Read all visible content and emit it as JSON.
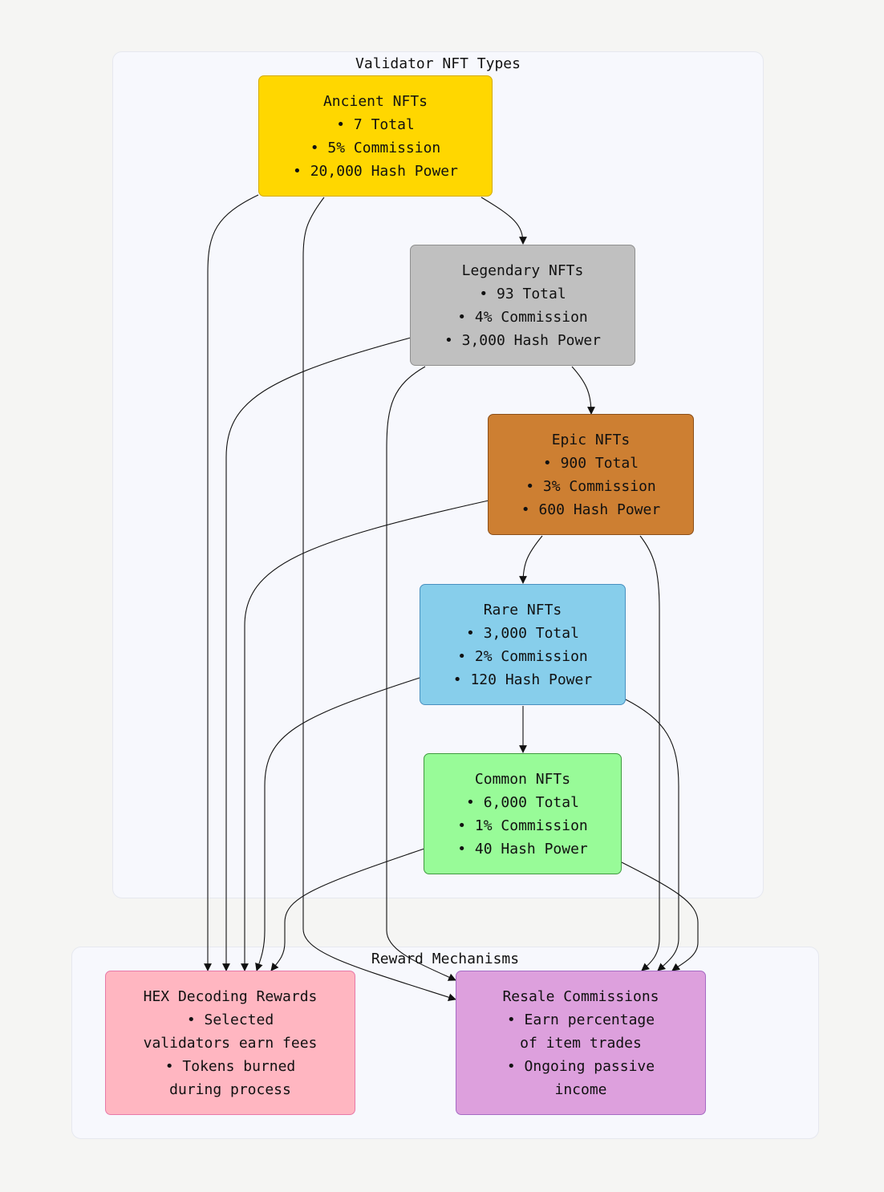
{
  "clusters": {
    "validator": {
      "title": "Validator NFT Types"
    },
    "rewards": {
      "title": "Reward Mechanisms"
    }
  },
  "nodes": {
    "ancient": {
      "lines": [
        "Ancient NFTs",
        "• 7 Total",
        "• 5% Commission",
        "• 20,000 Hash Power"
      ],
      "fill": "#ffd700",
      "stroke": "#d4aa00"
    },
    "legendary": {
      "lines": [
        "Legendary NFTs",
        "• 93 Total",
        "• 4% Commission",
        "• 3,000 Hash Power"
      ],
      "fill": "#c0c0c0",
      "stroke": "#8f8f8f"
    },
    "epic": {
      "lines": [
        "Epic NFTs",
        "• 900 Total",
        "• 3% Commission",
        "• 600 Hash Power"
      ],
      "fill": "#cd7f32",
      "stroke": "#8b4f1a"
    },
    "rare": {
      "lines": [
        "Rare NFTs",
        "• 3,000 Total",
        "• 2% Commission",
        "• 120 Hash Power"
      ],
      "fill": "#87ceeb",
      "stroke": "#4a90c0"
    },
    "common": {
      "lines": [
        "Common NFTs",
        "• 6,000 Total",
        "• 1% Commission",
        "• 40 Hash Power"
      ],
      "fill": "#98fb98",
      "stroke": "#3f9a3f"
    },
    "hex": {
      "lines": [
        "HEX Decoding Rewards",
        "• Selected",
        "validators earn fees",
        "• Tokens burned",
        "during process"
      ],
      "fill": "#ffb6c1",
      "stroke": "#e879a8"
    },
    "resale": {
      "lines": [
        "Resale Commissions",
        "• Earn percentage",
        "of item trades",
        "• Ongoing passive",
        "income"
      ],
      "fill": "#dda0dd",
      "stroke": "#a66bc4"
    }
  },
  "edges": [
    [
      "ancient",
      "legendary"
    ],
    [
      "legendary",
      "epic"
    ],
    [
      "epic",
      "rare"
    ],
    [
      "rare",
      "common"
    ],
    [
      "ancient",
      "hex"
    ],
    [
      "ancient",
      "resale"
    ],
    [
      "legendary",
      "hex"
    ],
    [
      "legendary",
      "resale"
    ],
    [
      "epic",
      "hex"
    ],
    [
      "epic",
      "resale"
    ],
    [
      "rare",
      "hex"
    ],
    [
      "rare",
      "resale"
    ],
    [
      "common",
      "hex"
    ],
    [
      "common",
      "resale"
    ]
  ]
}
